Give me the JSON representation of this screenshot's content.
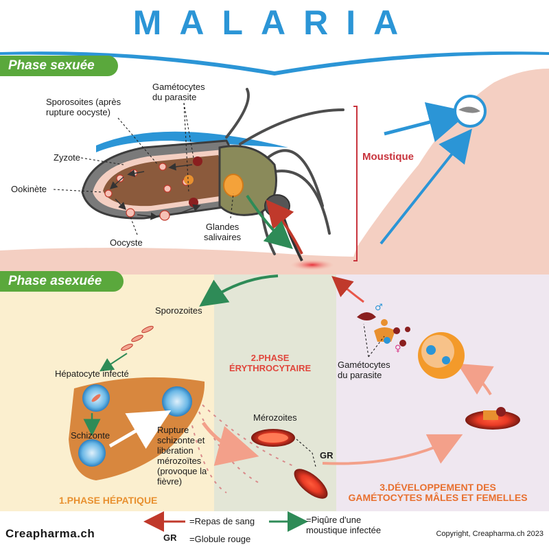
{
  "title": "MALARIA",
  "phases": {
    "sexual": "Phase sexuée",
    "asexual": "Phase asexuée"
  },
  "labels": {
    "gametocytes_top": "Gamétocytes\ndu parasite",
    "sporozoites_top": "Sporosoites (après\nrupture oocyste)",
    "zygote": "Zyzote",
    "ookinete": "Ookinète",
    "oocyst": "Oocyste",
    "salivary_glands": "Glandes\nsalivaires",
    "mosquito": "Moustique",
    "sporozoites": "Sporozoites",
    "infected_hepatocyte": "Hépatocyte infecté",
    "schizont": "Schizonte",
    "schizont_rupture": "Rupture\nschizonte et\nlibération\nmérozoïtes\n(provoque la\nfièvre)",
    "merozoites": "Mérozoites",
    "gr": "GR",
    "gametocytes_bottom": "Gamétocytes\ndu parasite"
  },
  "stages": {
    "hepatic": "1.PHASE HÉPATIQUE",
    "erythrocytic": "2.PHASE\nÉRYTHROCYTAIRE",
    "gametocyte_dev": "3.DÉVELOPPEMENT DES\nGAMÉTOCYTES MÂLES ET FEMELLES"
  },
  "legend": {
    "blood_meal": "=Repas de sang",
    "infected_bite": "=Piqûre d'une\nmoustique infectée",
    "gr_key": "GR",
    "gr_meaning": "=Globule rouge"
  },
  "footer": {
    "brand": "Creapharma.ch",
    "copyright": "Copyright, Creapharma.ch 2023"
  },
  "colors": {
    "title_blue": "#2b95d6",
    "phase_green": "#5aa83c",
    "stage_orange": "#e8902f",
    "stage_red": "#e0463c",
    "mosquito_red": "#c8343d",
    "blood_arrow_red": "#c0392b",
    "bite_arrow_green": "#2e8b57"
  }
}
